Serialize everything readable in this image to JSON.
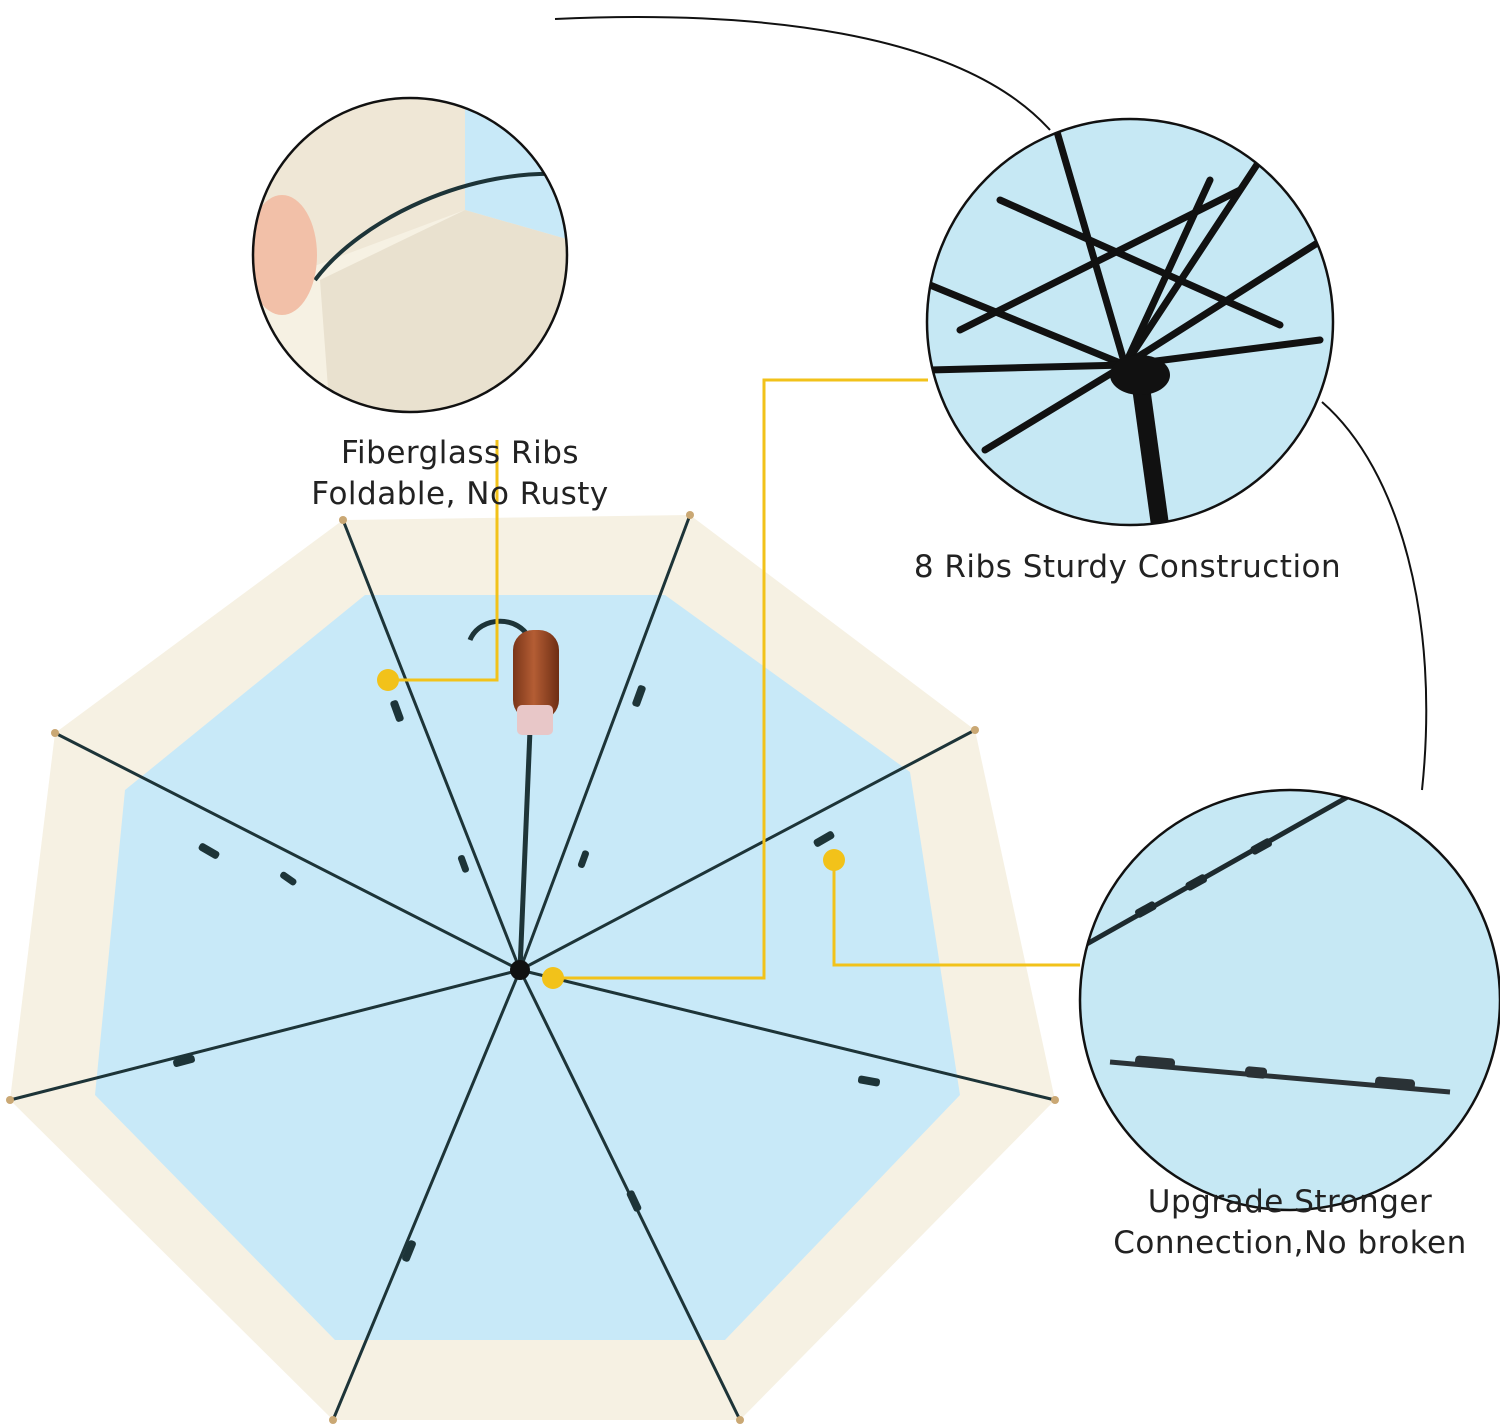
{
  "captions": {
    "fiberglass": {
      "line1": "Fiberglass Ribs",
      "line2": "Foldable, No Rusty"
    },
    "sturdy": {
      "line1": "8 Ribs Sturdy Construction"
    },
    "connection": {
      "line1": "Upgrade Stronger",
      "line2": "Connection,No broken"
    }
  },
  "colors": {
    "canopy_blue": "#c8e9f8",
    "canopy_border": "#f6f1e3",
    "rib_dark": "#1d3438",
    "callout_yellow": "#f2c21a",
    "handle_wood": "#9c4a28",
    "outline_black": "#111111"
  },
  "icons": [
    "umbrella-canopy",
    "zoom-circle",
    "callout-dot"
  ]
}
